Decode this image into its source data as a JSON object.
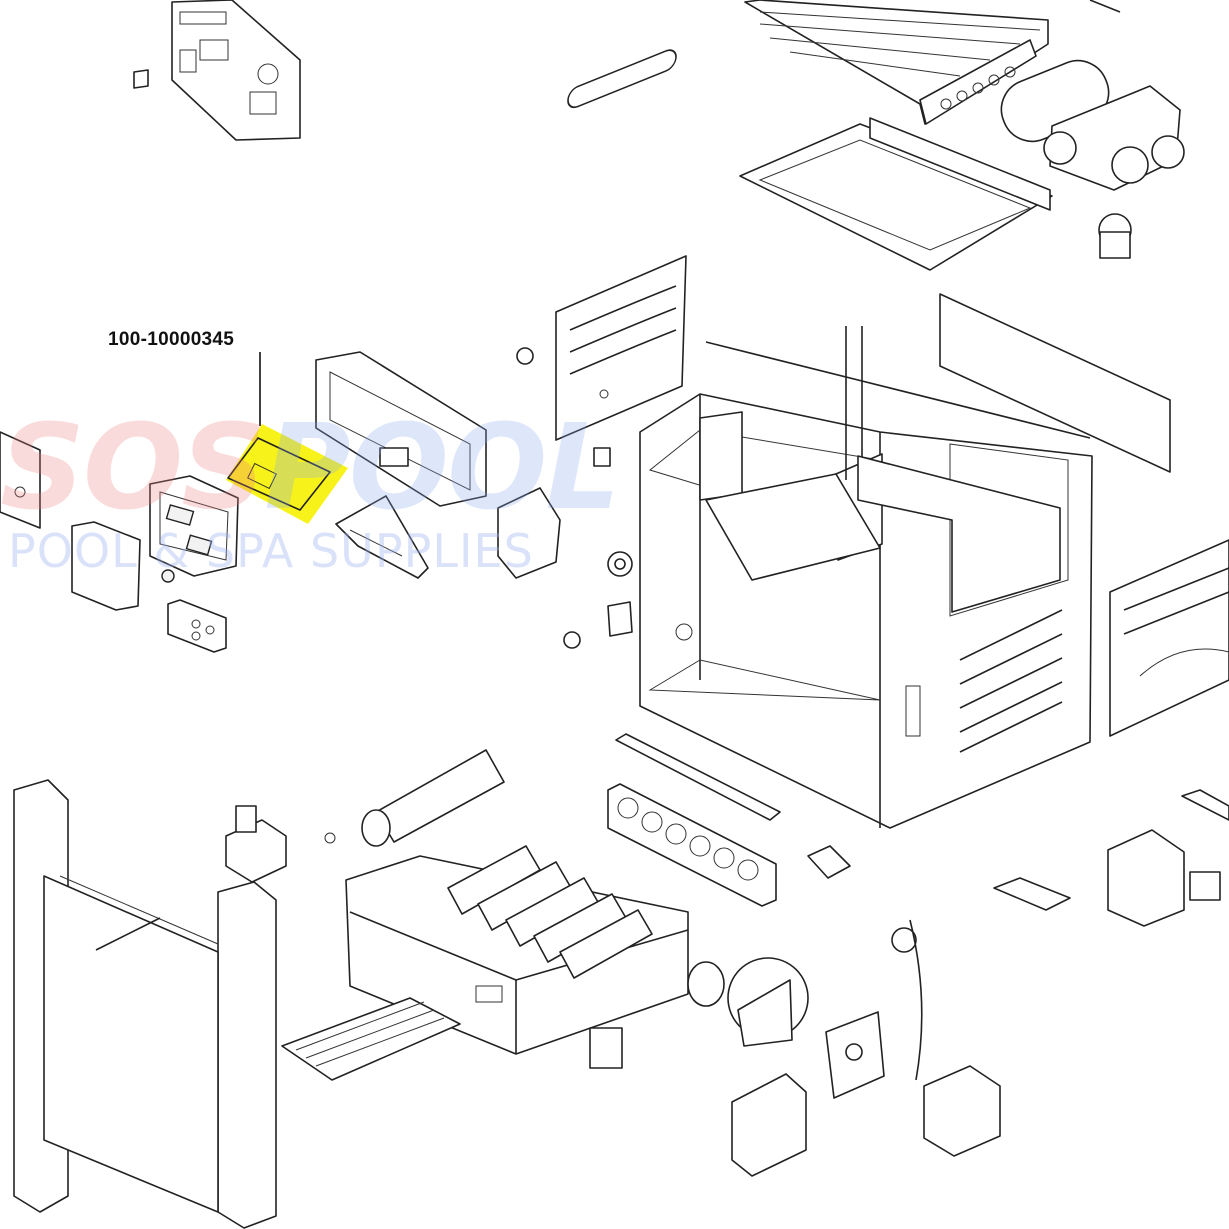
{
  "diagram": {
    "callout": {
      "part_number": "100-10000345",
      "highlight_color": "#f7f21a",
      "leader_color": "#111111"
    },
    "watermark": {
      "brand_part1": "SOS",
      "brand_part2": "POOL",
      "tagline": "POOL & SPA SUPPLIES",
      "brand_color_1": "#f08080",
      "brand_color_2": "#8aa8f0"
    }
  }
}
